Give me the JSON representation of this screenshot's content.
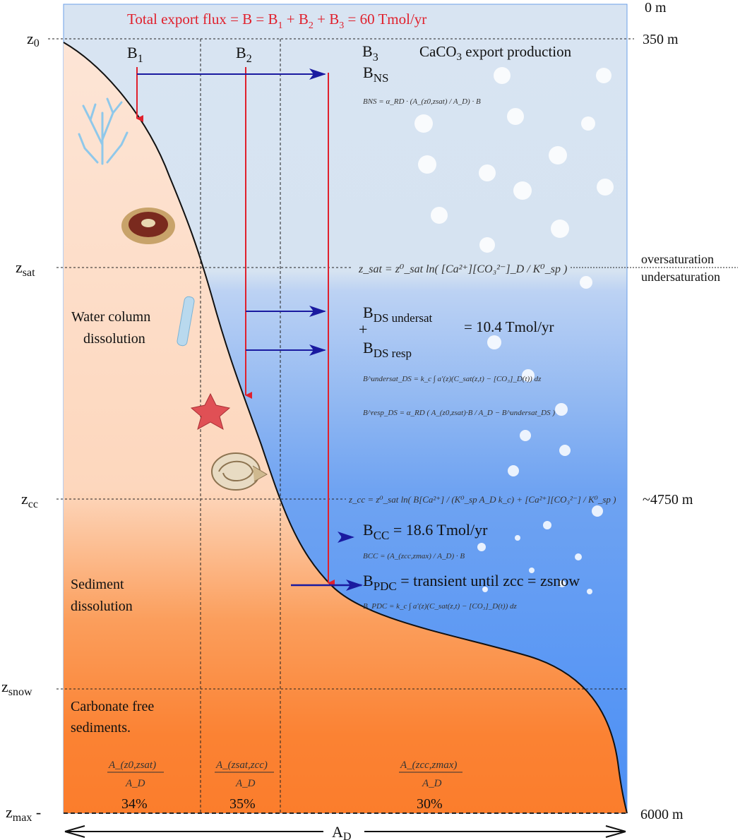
{
  "header": {
    "title": "Total export flux = B = B",
    "t1": "1",
    "t2": " + B",
    "t3": "2",
    "t4": " + B",
    "t5": "3",
    "t6": " = 60 Tmol/yr",
    "title_color": "#e0202c"
  },
  "depths": {
    "top": "0 m",
    "z0_m": "350 m",
    "zcc_m": "~4750 m",
    "zmax_m": "6000 m"
  },
  "levels": {
    "z0": "z",
    "z0_sub": "0",
    "zsat": "z",
    "zsat_sub": "sat",
    "zcc": "z",
    "zcc_sub": "cc",
    "zsnow": "z",
    "zsnow_sub": "snow",
    "zmax": "z",
    "zmax_sub": "max",
    "zmax_dash": " -"
  },
  "saturation": {
    "over": "oversaturation",
    "under": "undersaturation"
  },
  "fluxes": {
    "b1": "B",
    "b1_sub": "1",
    "b2": "B",
    "b2_sub": "2",
    "b3": "B",
    "b3_sub": "3",
    "export": "CaCO",
    "export_sub": "3",
    "export_rest": " export production",
    "bns": "B",
    "bns_sub": "NS",
    "bds1": "B",
    "bds1_sub": "DS undersat",
    "plus": "+",
    "bds_value": "= 10.4 Tmol/yr",
    "bds2": "B",
    "bds2_sub": "DS resp",
    "bcc": "B",
    "bcc_sub": "CC",
    "bcc_rest": " = 18.6 Tmol/yr",
    "bpdc": "B",
    "bpdc_sub": "PDC",
    "bpdc_rest": " = transient until zcc = zsnow"
  },
  "equations": {
    "bns": "BNS = α_RD · (A_(z0,zsat) / A_D) · B",
    "zsat": "z_sat = z⁰_sat ln( [Ca²⁺][CO₃²⁻]_D / K⁰_sp )",
    "bds_undersat": "B^undersat_DS = k_c ∫ a′(z)(C_sat(z,t) − [CO₃]_D(t)) dz",
    "bds_resp": "B^resp_DS = α_RD ( A_(z0,zsat)·B / A_D − B^undersat_DS )",
    "zcc": "z_cc = z⁰_sat ln( B[Ca²⁺] / (K⁰_sp A_D k_c) + [Ca²⁺][CO₃²⁻] / K⁰_sp )",
    "bcc": "BCC = (A_(zcc,zmax) / A_D) · B",
    "bpdc": "B_PDC = k_c ∫ a′(z)(C_sat(z,t) − [CO₃]_D(t)) dz"
  },
  "zones": {
    "wc1": "Water column",
    "wc2": "dissolution",
    "sd1": "Sediment",
    "sd2": "dissolution",
    "cf1": "Carbonate free",
    "cf2": "sediments."
  },
  "areas": {
    "a1_num": "A_(z0,zsat)",
    "a1_den": "A_D",
    "a1_pct": "34%",
    "a2_num": "A_(zsat,zcc)",
    "a2_den": "A_D",
    "a2_pct": "35%",
    "a3_num": "A_(zcc,zmax)",
    "a3_den": "A_D",
    "a3_pct": "30%"
  },
  "axis": {
    "ad": "A",
    "ad_sub": "D"
  },
  "colors": {
    "red_arrow": "#e0202c",
    "blue_arrow": "#1a1aa0",
    "ocean_top": "#d6e3f1",
    "ocean_deep": "#4f92f5",
    "sediment_light": "#fde1cf",
    "sediment_dark": "#fb8030"
  }
}
